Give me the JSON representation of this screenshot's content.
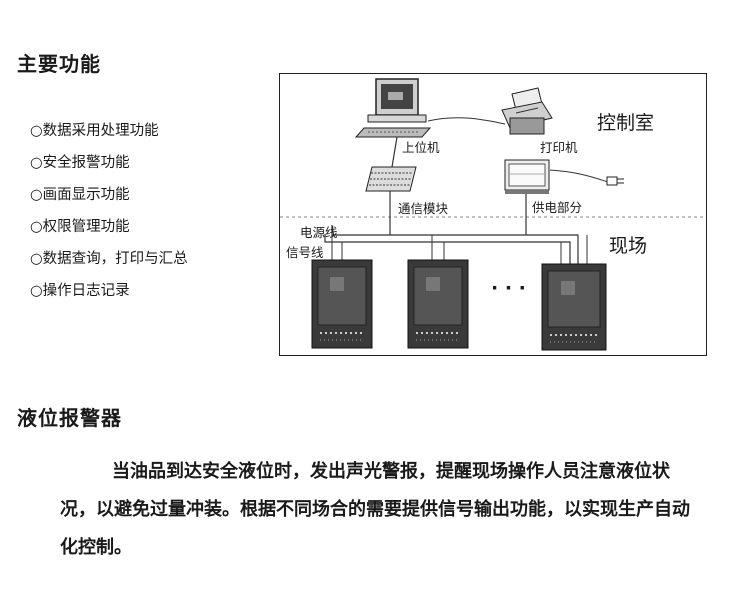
{
  "section1": {
    "title": "主要功能",
    "functions": [
      "○数据采用处理功能",
      "○安全报警功能",
      "○画面显示功能",
      "○权限管理功能",
      "○数据查询，打印与汇总",
      "○操作日志记录"
    ]
  },
  "diagram": {
    "control_room": "控制室",
    "field": "现场",
    "host_pc": "上位机",
    "printer": "打印机",
    "comm_module": "通信模块",
    "power_supply": "供电部分",
    "power_line": "电源线",
    "signal_line": "信号线",
    "ellipsis": "· · ·"
  },
  "section2": {
    "title": "液位报警器",
    "paragraph": "当油品到达安全液位时，发出声光警报，提醒现场操作人员注意液位状况，以避免过量冲装。根据不同场合的需要提供信号输出功能，以实现生产自动化控制。"
  }
}
